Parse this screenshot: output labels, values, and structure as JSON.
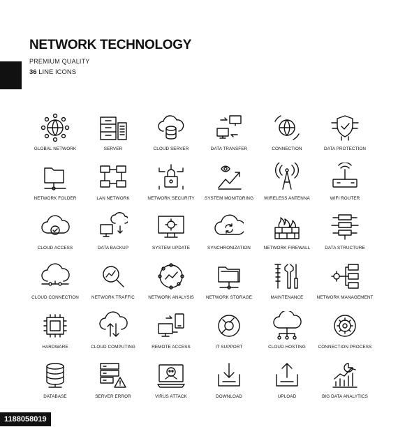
{
  "header": {
    "title": "NETWORK TECHNOLOGY",
    "subtitle": "PREMIUM QUALITY",
    "count_num": "36",
    "count_label": "LINE ICONS"
  },
  "footer": {
    "id": "1188058019"
  },
  "icons": [
    {
      "label": "GLOBAL NETWORK",
      "icon": "global-network-icon"
    },
    {
      "label": "SERVER",
      "icon": "server-icon"
    },
    {
      "label": "CLOUD SERVER",
      "icon": "cloud-server-icon"
    },
    {
      "label": "DATA TRANSFER",
      "icon": "data-transfer-icon"
    },
    {
      "label": "CONNECTION",
      "icon": "connection-icon"
    },
    {
      "label": "DATA PROTECTION",
      "icon": "data-protection-icon"
    },
    {
      "label": "NETWORK FOLDER",
      "icon": "network-folder-icon"
    },
    {
      "label": "LAN NETWORK",
      "icon": "lan-network-icon"
    },
    {
      "label": "NETWORK SECURITY",
      "icon": "network-security-icon"
    },
    {
      "label": "SYSTEM MONITORING",
      "icon": "system-monitoring-icon"
    },
    {
      "label": "WIRELESS ANTENNA",
      "icon": "wireless-antenna-icon"
    },
    {
      "label": "WIFI ROUTER",
      "icon": "wifi-router-icon"
    },
    {
      "label": "CLOUD ACCESS",
      "icon": "cloud-access-icon"
    },
    {
      "label": "DATA BACKUP",
      "icon": "data-backup-icon"
    },
    {
      "label": "SYSTEM UPDATE",
      "icon": "system-update-icon"
    },
    {
      "label": "SYNCHRONIZATION",
      "icon": "synchronization-icon"
    },
    {
      "label": "NETWORK FIREWALL",
      "icon": "network-firewall-icon"
    },
    {
      "label": "DATA STRUCTURE",
      "icon": "data-structure-icon"
    },
    {
      "label": "CLOUD CONNECTION",
      "icon": "cloud-connection-icon"
    },
    {
      "label": "NETWORK TRAFFIC",
      "icon": "network-traffic-icon"
    },
    {
      "label": "NETWORK ANALYSIS",
      "icon": "network-analysis-icon"
    },
    {
      "label": "NETWORK STORAGE",
      "icon": "network-storage-icon"
    },
    {
      "label": "MAINTENANCE",
      "icon": "maintenance-icon"
    },
    {
      "label": "NETWORK MANAGEMENT",
      "icon": "network-management-icon"
    },
    {
      "label": "HARDWARE",
      "icon": "hardware-icon"
    },
    {
      "label": "CLOUD COMPUTING",
      "icon": "cloud-computing-icon"
    },
    {
      "label": "REMOTE ACCESS",
      "icon": "remote-access-icon"
    },
    {
      "label": "IT SUPPORT",
      "icon": "it-support-icon"
    },
    {
      "label": "CLOUD HOSTING",
      "icon": "cloud-hosting-icon"
    },
    {
      "label": "CONNECTION PROCESS",
      "icon": "connection-process-icon"
    },
    {
      "label": "DATABASE",
      "icon": "database-icon"
    },
    {
      "label": "SERVER ERROR",
      "icon": "server-error-icon"
    },
    {
      "label": "VIRUS ATTACK",
      "icon": "virus-attack-icon"
    },
    {
      "label": "DOWNLOAD",
      "icon": "download-icon"
    },
    {
      "label": "UPLOAD",
      "icon": "upload-icon"
    },
    {
      "label": "BIG DATA ANALYTICS",
      "icon": "big-data-analytics-icon"
    }
  ]
}
